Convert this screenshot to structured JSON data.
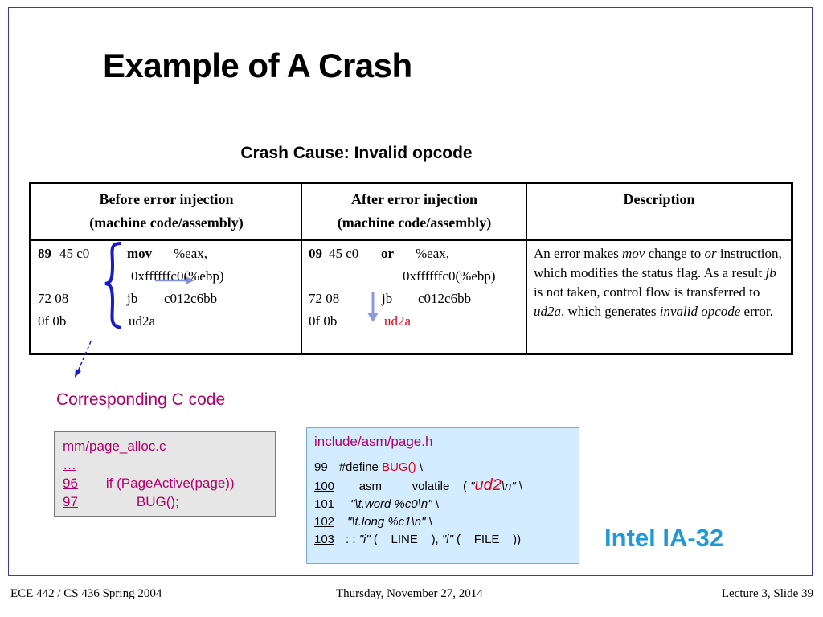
{
  "slide": {
    "title": "Example of A Crash",
    "subtitle": "Crash Cause:  Invalid opcode",
    "table": {
      "headers": [
        {
          "line1": "Before error injection",
          "line2": "(machine code/assembly)"
        },
        {
          "line1": "After error injection",
          "line2": "(machine code/assembly)"
        },
        {
          "line1": "Description",
          "line2": ""
        }
      ],
      "before": {
        "l1_bold": "89",
        "l1_rest": "45 c0",
        "l1_op": "mov",
        "l1_arg": "%eax,",
        "l2": "0xffffffc0(%ebp)",
        "l3_code": "72 08",
        "l3_op": "jb",
        "l3_arg": "c012c6bb",
        "l4_code": "0f 0b",
        "l4_op": "ud2a"
      },
      "after": {
        "l1_bold": "09",
        "l1_rest": "45 c0",
        "l1_op": "or",
        "l1_arg": "%eax,",
        "l2": "0xffffffc0(%ebp)",
        "l3_code": "72 08",
        "l3_op": "jb",
        "l3_arg": "c012c6bb",
        "l4_code": "0f 0b",
        "l4_op": "ud2a"
      },
      "description": {
        "p1": "An error makes ",
        "p2": "mov",
        "p3": " change to ",
        "p4": "or",
        "p5": " instruction, which modifies the status flag. As a result ",
        "p6": "jb",
        "p7": " is not taken, control flow is transferred to ",
        "p8": "ud2a,",
        "p9": " which generates ",
        "p10": "invalid opcode",
        "p11": " error."
      }
    },
    "c_code_label": "Corresponding C code",
    "c_code": {
      "file": "mm/page_alloc.c",
      "ellipsis": "…",
      "l96_num": "96",
      "l96_text": "if (PageActive(page))",
      "l97_num": "97",
      "l97_text": "BUG();"
    },
    "asm_box": {
      "file": "include/asm/page.h",
      "l99_num": "99",
      "l99_a": "#define ",
      "l99_b": "BUG()",
      "l99_c": " \\",
      "l100_num": "100",
      "l100_a": "__asm__ __volatile__( ",
      "l100_b": "\"",
      "l100_c": "ud2",
      "l100_d": "\\n\"",
      "l100_e": " \\",
      "l101_num": "101",
      "l101_a": "\"\\t.word %c0\\n\"",
      "l101_b": " \\",
      "l102_num": "102",
      "l102_a": "\"\\t.long %c1\\n\"",
      "l102_b": " \\",
      "l103_num": "103",
      "l103_a": ": : ",
      "l103_b": "\"i\"",
      "l103_c": " (__LINE__), ",
      "l103_d": "\"i\"",
      "l103_e": " (__FILE__))"
    },
    "arch_label": "Intel IA-32",
    "footer": {
      "left": "ECE 442 / CS 436 Spring 2004",
      "center": "Thursday, November 27, 2014",
      "right": "Lecture 3, Slide 39"
    },
    "colors": {
      "accent": "#b0006a",
      "red": "#e0001a",
      "intel": "#1f9ad6",
      "arrow": "#1a1acc",
      "asm_bg": "#d4ecff",
      "c_bg": "#e6e6e6"
    }
  }
}
